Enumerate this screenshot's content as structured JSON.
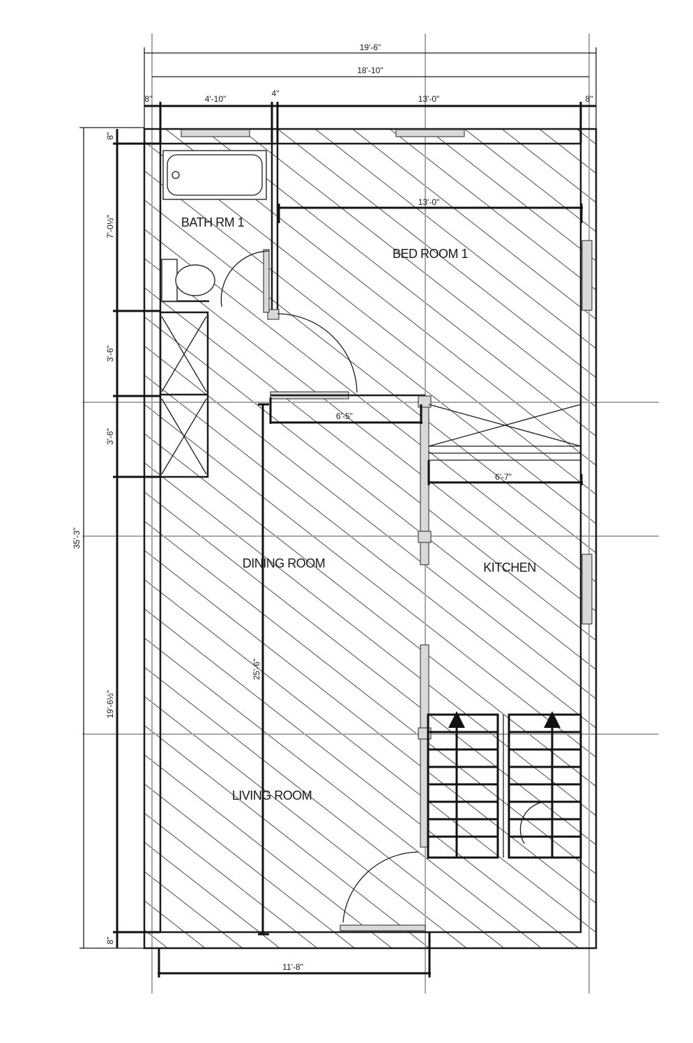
{
  "dimensions": {
    "overall_width": "19'-6\"",
    "interior_width": "18'-10\"",
    "wall_left": "8\"",
    "bath_width": "4'-10\"",
    "partition": "4\"",
    "bedroom_span": "13'-0\"",
    "wall_right": "8\"",
    "bedroom_inner": "13'-0\"",
    "opening": "6'-5\"",
    "kitchen_width": "6'-7\"",
    "overall_depth": "35'-3\"",
    "wall_top": "8\"",
    "bath_depth": "7'-0½\"",
    "closet_1": "3'-6\"",
    "closet_2": "3'-6\"",
    "front_depth": "19'-6½\"",
    "wall_bottom": "8\"",
    "dining_living_depth": "25'-6\"",
    "front_width": "11'-8\""
  },
  "rooms": {
    "bath": "BATH RM 1",
    "bedroom": "BED ROOM 1",
    "dining": "DINING ROOM",
    "kitchen": "KITCHEN",
    "living": "LIVING ROOM"
  }
}
